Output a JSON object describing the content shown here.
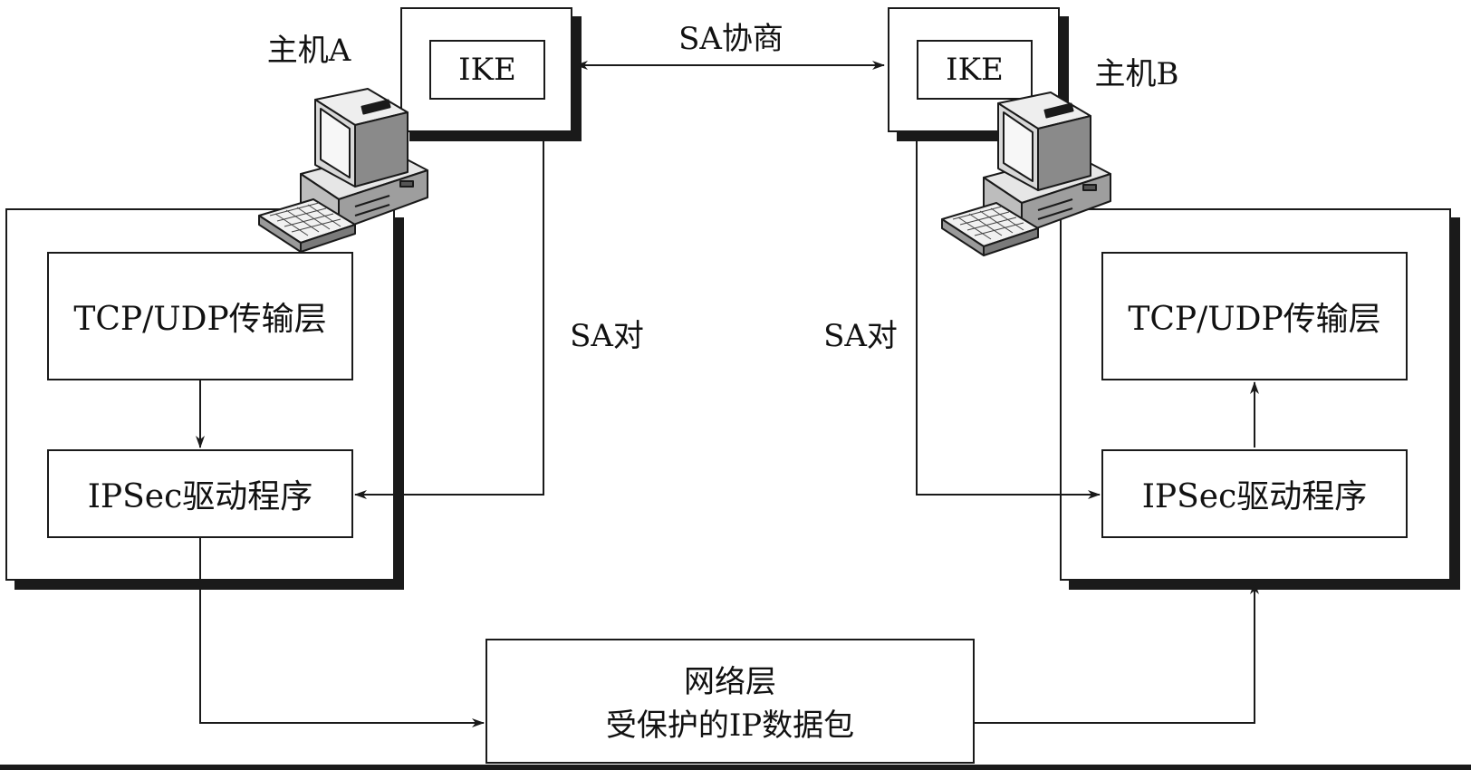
{
  "host_a": {
    "name": "主机A",
    "ike": "IKE",
    "transport_layer": "TCP/UDP传输层",
    "ipsec_driver": "IPSec驱动程序"
  },
  "host_b": {
    "name": "主机B",
    "ike": "IKE",
    "transport_layer": "TCP/UDP传输层",
    "ipsec_driver": "IPSec驱动程序"
  },
  "labels": {
    "sa_negotiation": "SA协商",
    "sa_pair_left": "SA对",
    "sa_pair_right": "SA对"
  },
  "network": {
    "line1": "网络层",
    "line2": "受保护的IP数据包"
  },
  "icons": [
    "computer-icon"
  ]
}
